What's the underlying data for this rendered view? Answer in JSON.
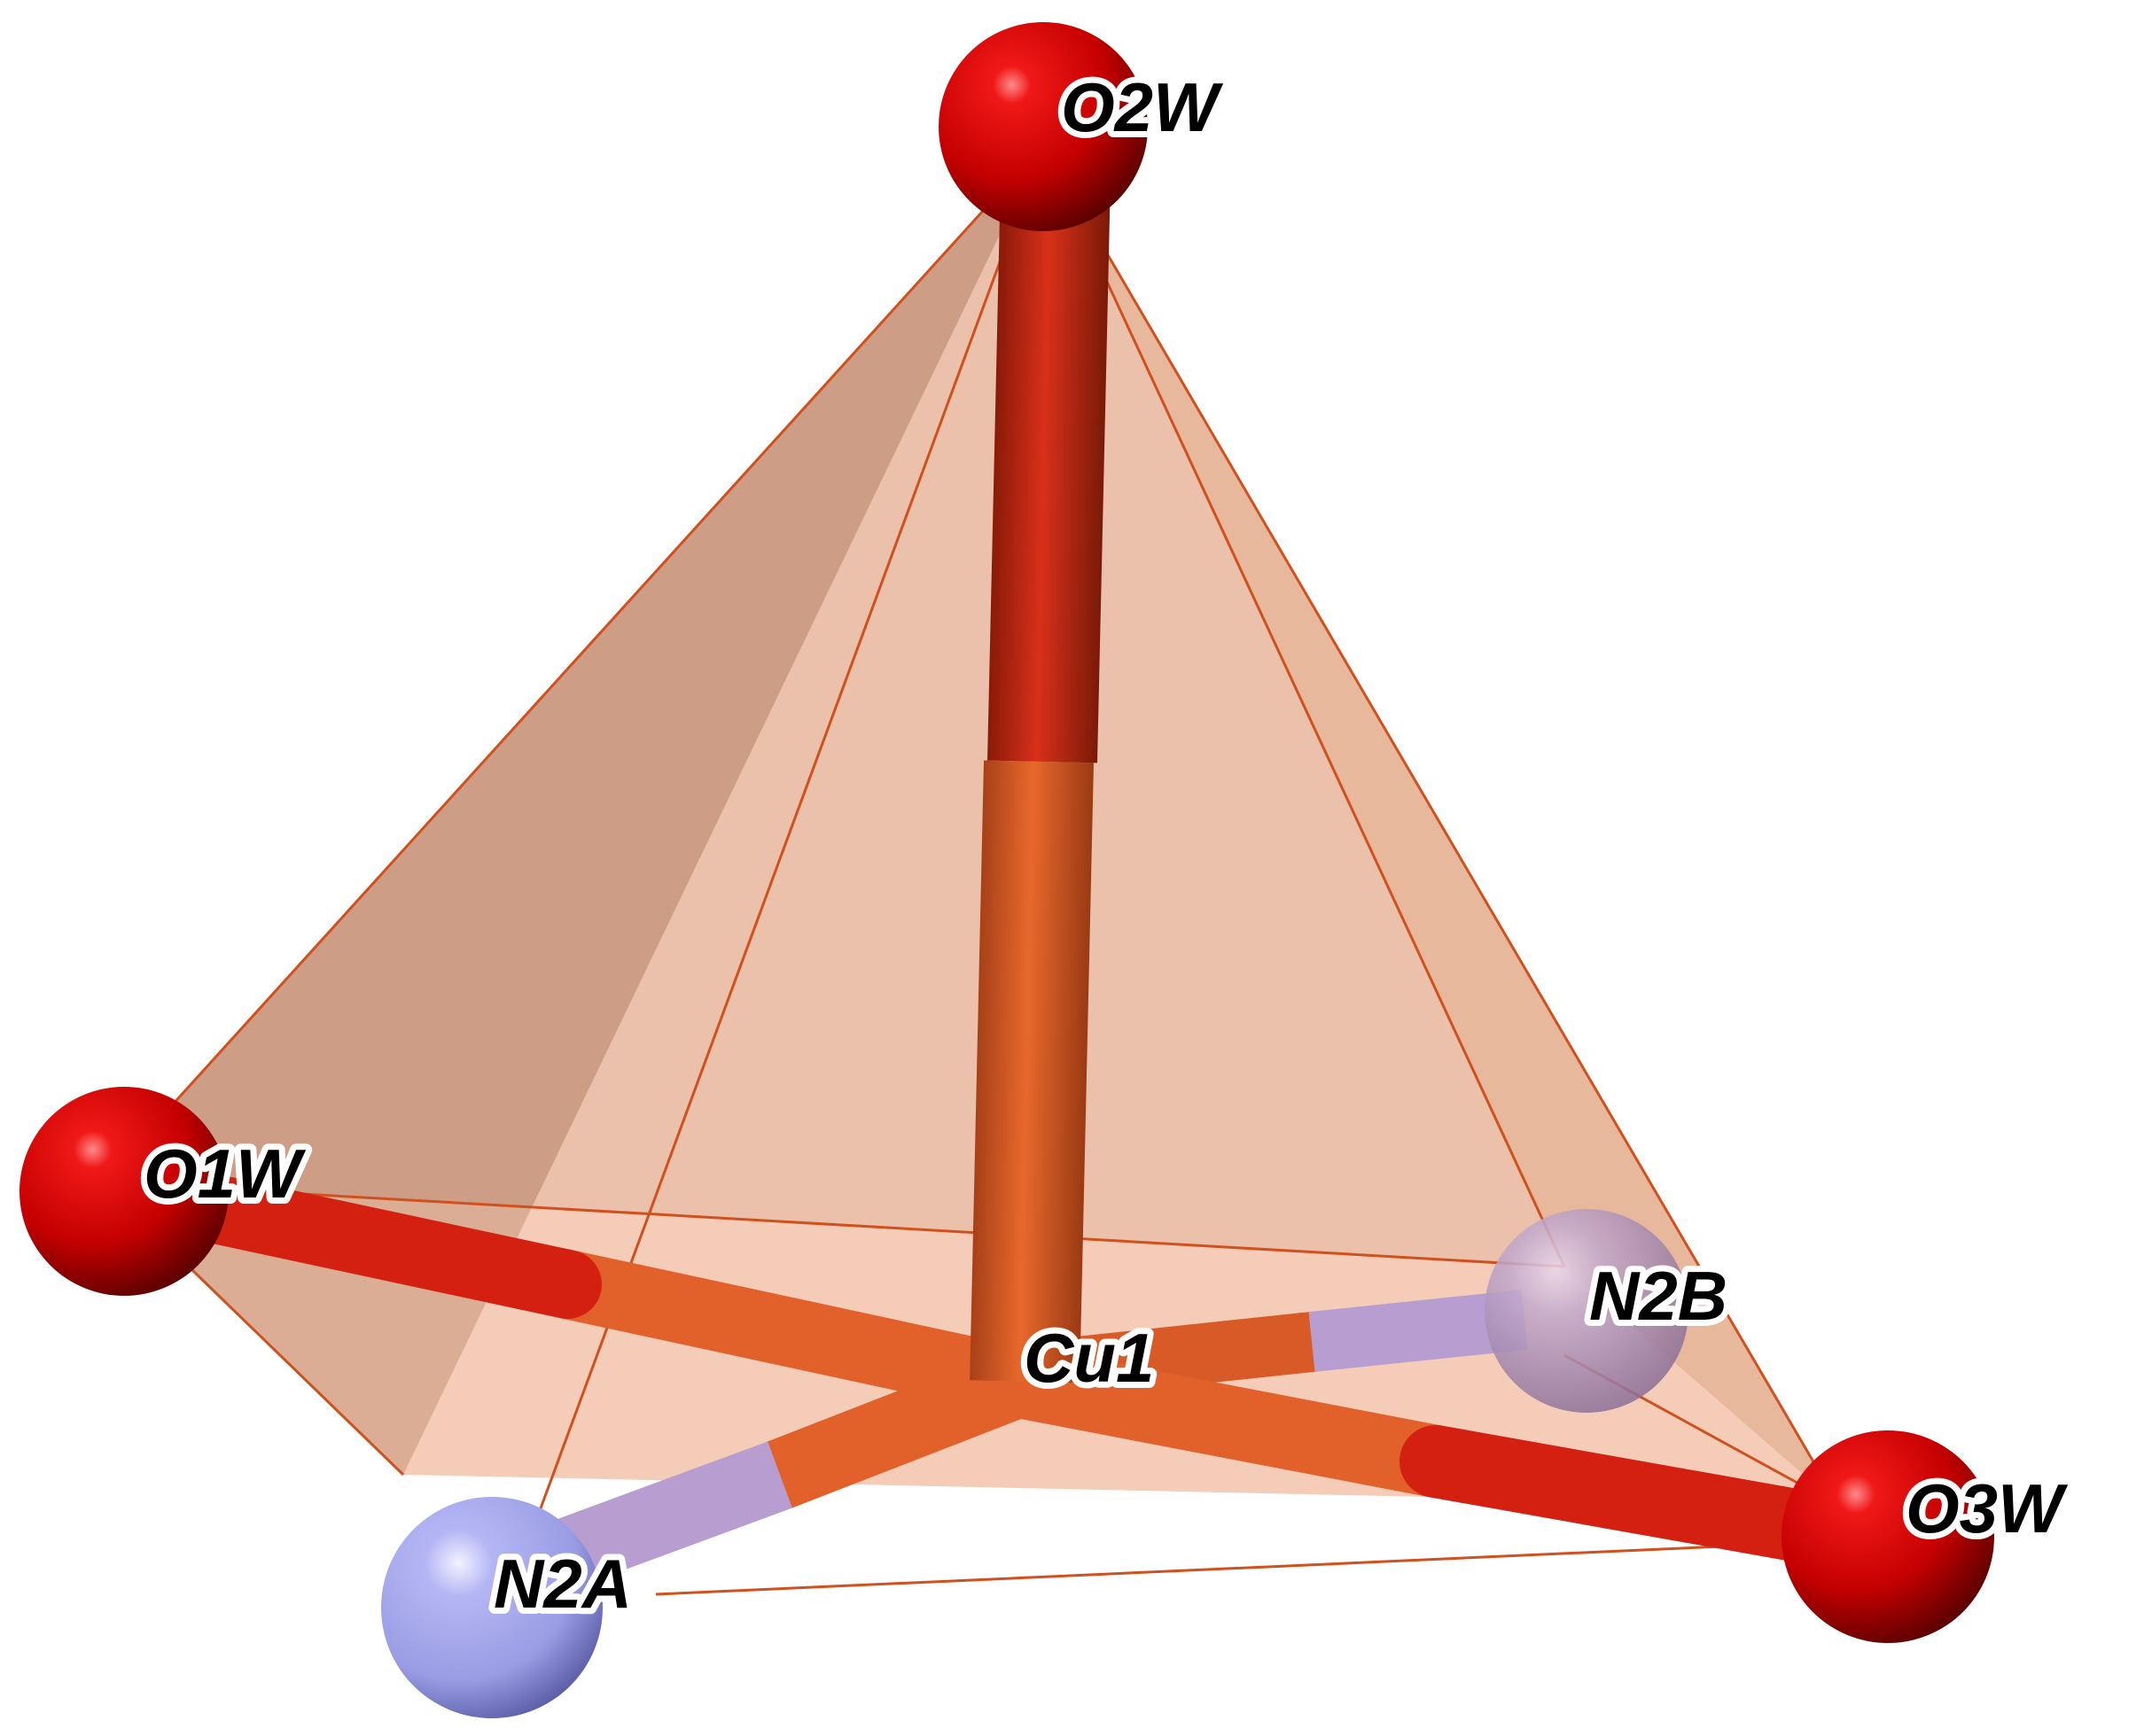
{
  "structure": {
    "center_atom": "Cu1",
    "atoms": [
      {
        "id": "O2W",
        "label": "O2W",
        "element": "O"
      },
      {
        "id": "O1W",
        "label": "O1W",
        "element": "O"
      },
      {
        "id": "N2B",
        "label": "N2B",
        "element": "N"
      },
      {
        "id": "Cu1",
        "label": "Cu1",
        "element": "Cu"
      },
      {
        "id": "O3W",
        "label": "O3W",
        "element": "O"
      },
      {
        "id": "N2A",
        "label": "N2A",
        "element": "N"
      }
    ],
    "bonds": [
      [
        "Cu1",
        "O2W"
      ],
      [
        "Cu1",
        "O1W"
      ],
      [
        "Cu1",
        "N2B"
      ],
      [
        "Cu1",
        "O3W"
      ],
      [
        "Cu1",
        "N2A"
      ]
    ]
  },
  "colors": {
    "oxygen": "#d40000",
    "nitrogen": "#a6a8ee",
    "nitrogen_bond": "#b89ed0",
    "copper": "#e2602a",
    "polyhedron": "#d9805a",
    "polyhedron_edge": "#d0501e"
  }
}
